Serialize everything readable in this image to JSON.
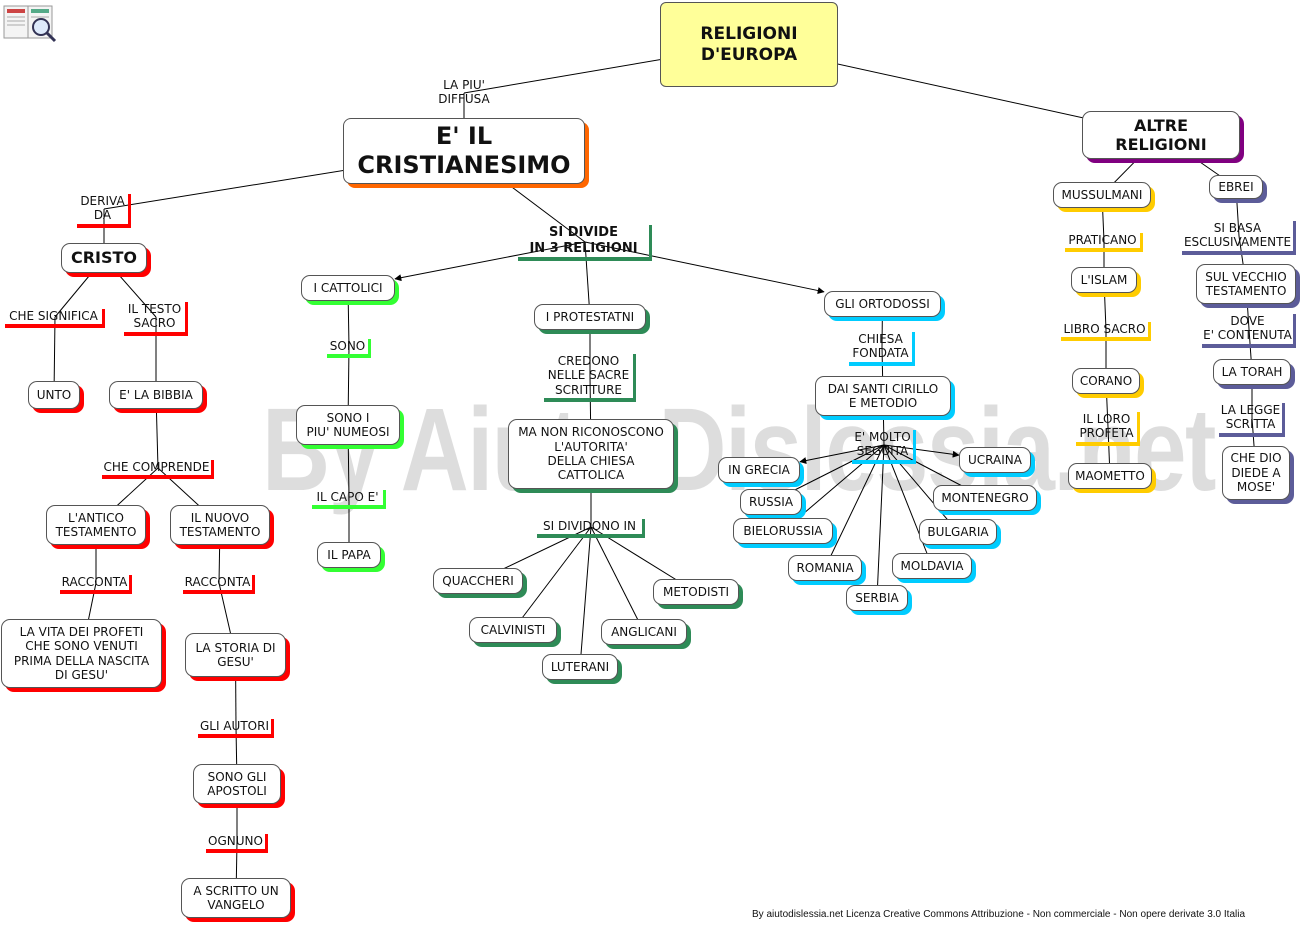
{
  "title": "RELIGIONI\nD'EUROPA",
  "watermark": "By Aiuto Dislessia.net",
  "footer": "By aiutodislessia.net Licenza Creative Commons Attribuzione - Non commerciale - Non opere derivate 3.0 Italia",
  "logo_icon": "book-magnifier-icon",
  "colors": {
    "root_fill": "#ffff99",
    "cristianesimo": "#ff6600",
    "cristo": "#ff0000",
    "si_divide": "#2e8b57",
    "cattolici": "#33ff33",
    "ortodossi": "#00ccff",
    "altre": "#800080",
    "mussulmani": "#ffcc00",
    "ebrei": "#5c5c99"
  },
  "nodes": {
    "root": "RELIGIONI\nD'EUROPA",
    "piu_diffusa": "LA PIU'\nDIFFUSA",
    "cristianesimo": "E' IL\nCRISTIANESIMO",
    "deriva_da": "DERIVA\nDA",
    "cristo": "CRISTO",
    "che_significa": "CHE SIGNIFICA",
    "unto": "UNTO",
    "testo_sacro": "IL TESTO\nSACRO",
    "bibbia": "E' LA BIBBIA",
    "che_comprende": "CHE COMPRENDE",
    "antico": "L'ANTICO\nTESTAMENTO",
    "nuovo": "IL NUOVO\nTESTAMENTO",
    "racconta_1": "RACCONTA",
    "racconta_2": "RACCONTA",
    "vita_profeti": "LA VITA DEI PROFETI\nCHE SONO VENUTI\nPRIMA DELLA NASCITA\nDI GESU'",
    "storia_gesu": "LA STORIA DI\nGESU'",
    "gli_autori": "GLI AUTORI",
    "apostoli": "SONO  GLI\nAPOSTOLI",
    "ognuno": "OGNUNO",
    "vangelo": "A SCRITTO UN\nVANGELO",
    "si_divide": "SI DIVIDE\nIN 3 RELIGIONI",
    "cattolici": "I CATTOLICI",
    "sono": "SONO",
    "numerosi": "SONO I\nPIU' NUMEOSI",
    "capo": "IL CAPO E'",
    "papa": "IL PAPA",
    "protestanti": "I PROTESTATNI",
    "credono": "CREDONO\nNELLE SACRE\nSCRITTURE",
    "autorita": "MA NON RICONOSCONO\nL'AUTORITA'\nDELLA CHIESA\nCATTOLICA",
    "si_dividono": "SI DIVIDONO IN",
    "quaccheri": "QUACCHERI",
    "calvinisti": "CALVINISTI",
    "luterani": "LUTERANI",
    "anglicani": "ANGLICANI",
    "metodisti": "METODISTI",
    "ortodossi": "GLI ORTODOSSI",
    "chiesa_fondata": "CHIESA\nFONDATA",
    "santi": "DAI SANTI CIRILLO\nE METODIO",
    "molto_seguita": "E' MOLTO\nSEGUITA",
    "grecia": "IN GRECIA",
    "ucraina": "UCRAINA",
    "russia": "RUSSIA",
    "montenegro": "MONTENEGRO",
    "bielorussia": "BIELORUSSIA",
    "bulgaria": "BULGARIA",
    "romania": "ROMANIA",
    "moldavia": "MOLDAVIA",
    "serbia": "SERBIA",
    "altre": "ALTRE\nRELIGIONI",
    "mussulmani": "MUSSULMANI",
    "praticano": "PRATICANO",
    "islam": "L'ISLAM",
    "libro_sacro": "LIBRO SACRO",
    "corano": "CORANO",
    "loro_profeta": "IL LORO\nPROFETA",
    "maometto": "MAOMETTO",
    "ebrei": "EBREI",
    "si_basa": "SI BASA\nESCLUSIVAMENTE",
    "vecchio": "SUL VECCHIO\nTESTAMENTO",
    "dove": "DOVE\nE' CONTENUTA",
    "torah": "LA TORAH",
    "legge": "LA LEGGE\nSCRITTA",
    "mose": "CHE DIO\nDIEDE A\nMOSE'"
  }
}
